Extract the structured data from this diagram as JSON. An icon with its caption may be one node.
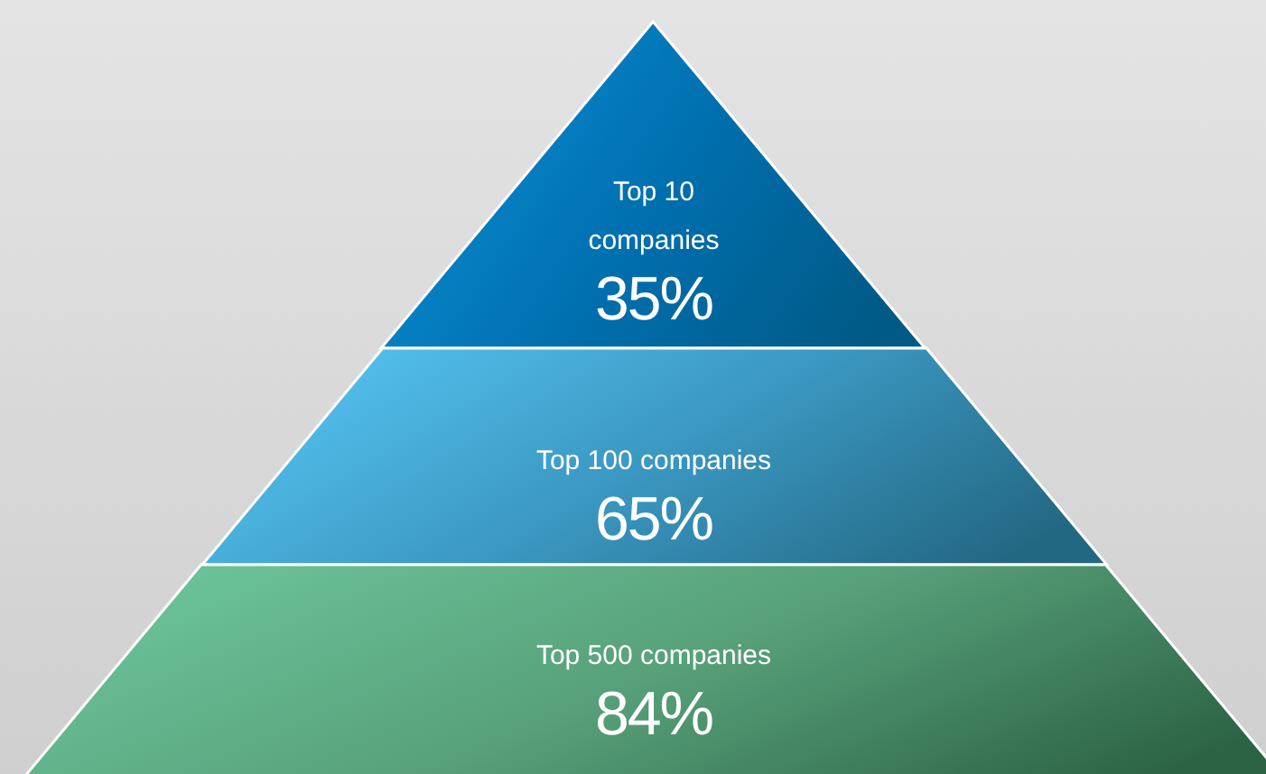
{
  "diagram": {
    "nodes": [
      {
        "text": [
          "Top 10 companies",
          "35%"
        ]
      },
      {
        "text": [
          "Top 100 companies",
          "65%"
        ]
      },
      {
        "text": [
          "Top 500 companies",
          "84%"
        ]
      }
    ]
  }
}
